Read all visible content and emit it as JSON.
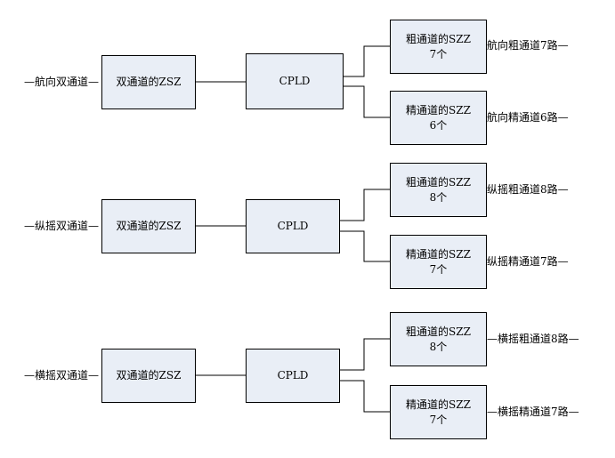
{
  "groups": [
    {
      "input_label": "—航向双通道—",
      "zsz_label": "双通道的ZSZ",
      "cpld_label": "CPLD",
      "coarse": {
        "title": "粗通道的SZZ",
        "count": "7个",
        "output": "航向粗通道7路—"
      },
      "fine": {
        "title": "精通道的SZZ",
        "count": "6个",
        "output": "航向精通道6路—"
      }
    },
    {
      "input_label": "—纵摇双通道—",
      "zsz_label": "双通道的ZSZ",
      "cpld_label": "CPLD",
      "coarse": {
        "title": "粗通道的SZZ",
        "count": "8个",
        "output": "纵摇粗通道8路—"
      },
      "fine": {
        "title": "精通道的SZZ",
        "count": "7个",
        "output": "纵摇精通道7路—"
      }
    },
    {
      "input_label": "—横摇双通道—",
      "zsz_label": "双通道的ZSZ",
      "cpld_label": "CPLD",
      "coarse": {
        "title": "粗通道的SZZ",
        "count": "8个",
        "output": "—横摇粗通道8路—"
      },
      "fine": {
        "title": "精通道的SZZ",
        "count": "7个",
        "output": "—横摇精通道7路—"
      }
    }
  ],
  "colors": {
    "box_fill": "#e9eef6",
    "line": "#000000"
  }
}
